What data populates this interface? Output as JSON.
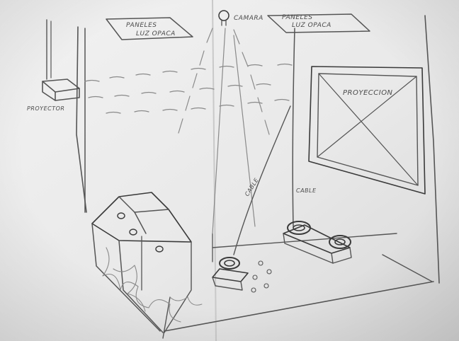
{
  "sketch": {
    "labels": {
      "panel_left_line1": "PANELES",
      "panel_left_line2": "LUZ OPACA",
      "camera": "CAMARA",
      "panel_right_line1": "PANELES",
      "panel_right_line2": "LUZ OPACA",
      "projector": "PROYECTOR",
      "projection": "PROYECCION",
      "cable_left": "CABLE",
      "cable_right": "CABLE"
    }
  }
}
